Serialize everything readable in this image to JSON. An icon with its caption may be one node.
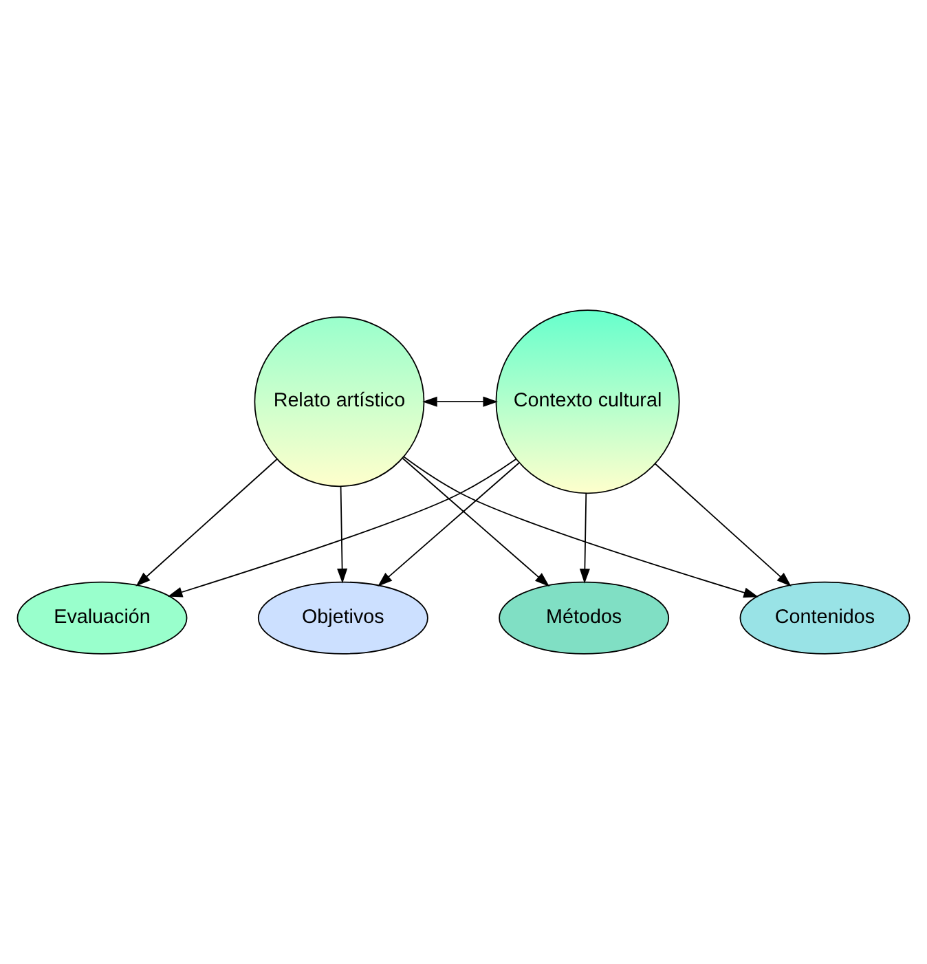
{
  "diagram": {
    "nodes": [
      {
        "text": [
          "Métodos"
        ]
      },
      {
        "text": [
          "Contenidos"
        ]
      },
      {
        "text": [
          "Relato artístico"
        ]
      },
      {
        "text": [
          "Contexto cultural"
        ]
      },
      {
        "text": [
          "Evaluación"
        ]
      },
      {
        "text": [
          "Objetivos"
        ]
      }
    ],
    "edges": [
      {
        "from": 2,
        "to": 0,
        "arrow": "to"
      },
      {
        "from": 2,
        "to": 1,
        "arrow": "to"
      },
      {
        "from": 3,
        "to": 0,
        "arrow": "to"
      },
      {
        "from": 3,
        "to": 1,
        "arrow": "to"
      },
      {
        "from": 2,
        "to": 3,
        "arrow": "both"
      },
      {
        "from": 3,
        "to": 4,
        "arrow": "to"
      },
      {
        "from": 3,
        "to": 5,
        "arrow": "to"
      },
      {
        "from": 2,
        "to": 5,
        "arrow": "to"
      },
      {
        "from": 2,
        "to": 4,
        "arrow": "to"
      }
    ]
  }
}
